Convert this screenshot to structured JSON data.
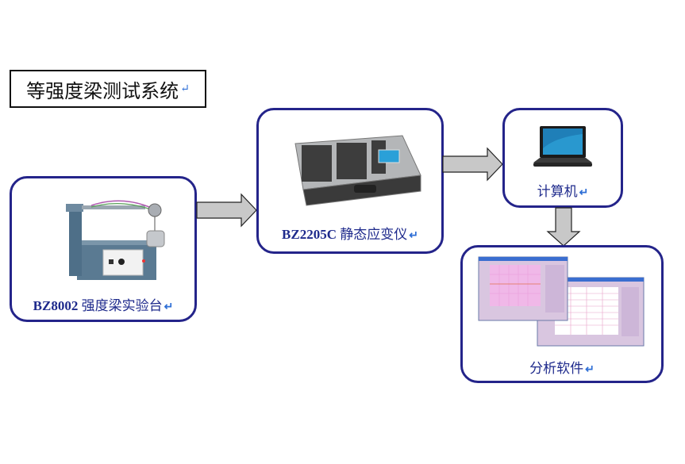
{
  "title": "等强度梁测试系统",
  "return_mark": "↵",
  "nodes": {
    "test_bench": {
      "model": "BZ8002",
      "name": "强度梁实验台"
    },
    "strain_meter": {
      "model": "BZ2205C",
      "name": "静态应变仪"
    },
    "computer": {
      "name": "计算机"
    },
    "software": {
      "name": "分析软件"
    }
  },
  "colors": {
    "border": "#24248a",
    "label": "#1e2a8c",
    "arrow_fill": "#c8c8c8"
  }
}
